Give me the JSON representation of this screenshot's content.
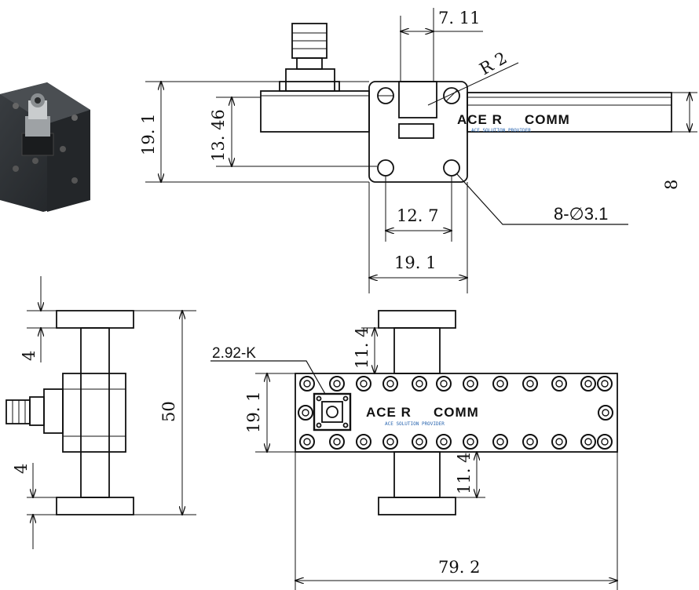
{
  "colors": {
    "line": "#111111",
    "logo_accent": "#2a66b0",
    "photo_body": "#2d3033",
    "photo_connector": "#b9bcbf"
  },
  "icons": {
    "photo": "product-photo-icon",
    "logo": "acerfcomm-logo-icon"
  },
  "logo": {
    "text_left": "ACE R",
    "text_right": "COMM",
    "tagline": "ACE SOLUTION PROVIDER"
  },
  "top_view": {
    "d_7_11": "7. 11",
    "radius": "R 2",
    "d_19_1_left": "19. 1",
    "d_13_46": "13. 46",
    "d_8": "8",
    "d_12_7": "12. 7",
    "d_19_1_bottom": "19. 1",
    "holes": "8-∅3.1"
  },
  "side_view": {
    "d_4_top": "4",
    "d_4_bottom": "4",
    "d_50": "50"
  },
  "front_view": {
    "connector": "2.92-K",
    "d_11_4_top": "11. 4",
    "d_19_1": "19. 1",
    "d_11_4_bottom": "11. 4",
    "d_79_2": "79. 2"
  }
}
